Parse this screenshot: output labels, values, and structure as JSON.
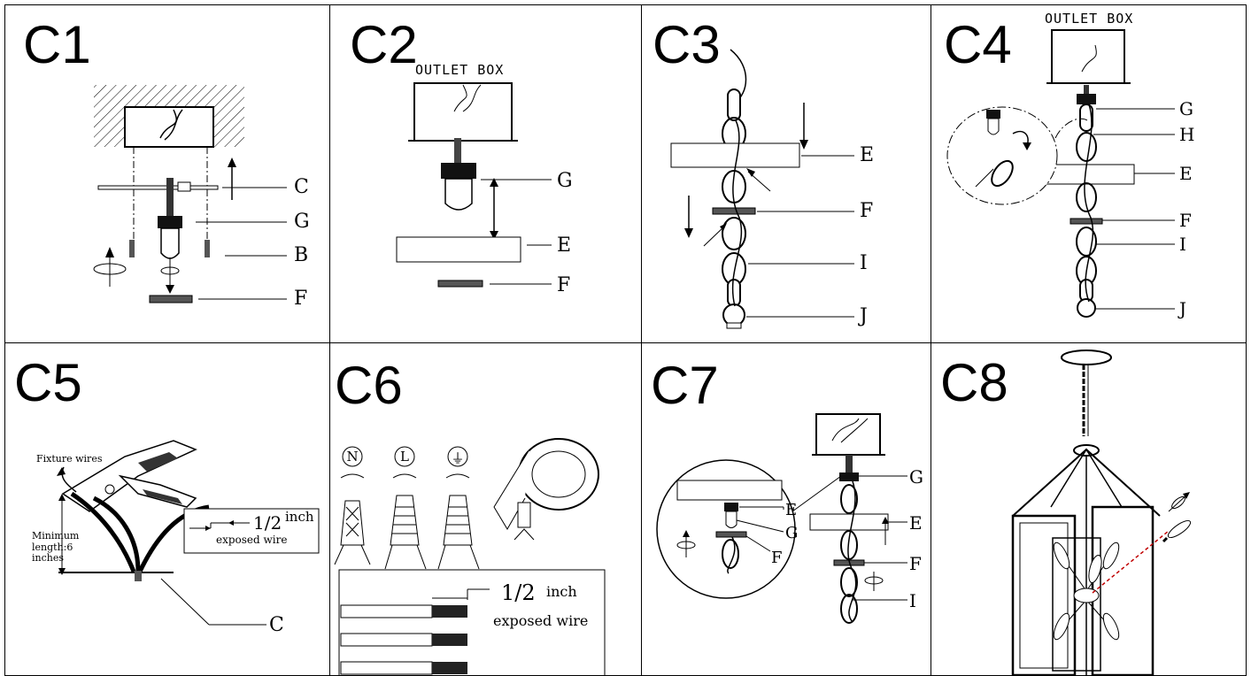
{
  "steps": {
    "c1": {
      "title": "C1",
      "labels": [
        "C",
        "G",
        "B",
        "F"
      ]
    },
    "c2": {
      "title": "C2",
      "box": "OUTLET BOX",
      "labels": [
        "G",
        "E",
        "F"
      ]
    },
    "c3": {
      "title": "C3",
      "labels": [
        "E",
        "F",
        "I",
        "J"
      ]
    },
    "c4": {
      "title": "C4",
      "box": "OUTLET BOX",
      "labels": [
        "G",
        "H",
        "E",
        "F",
        "I",
        "J"
      ]
    },
    "c5": {
      "title": "C5",
      "fixture_wires": "Fixture wires",
      "min_length": "Minimum length:6 inches",
      "half": "1/2",
      "inch": "inch",
      "exposed": "exposed wire",
      "labels": [
        "C"
      ]
    },
    "c6": {
      "title": "C6",
      "polarity": [
        "N",
        "L",
        "⏚"
      ],
      "half": "1/2",
      "inch": "inch",
      "exposed": "exposed wire"
    },
    "c7": {
      "title": "C7",
      "labels": [
        "G",
        "E",
        "F",
        "I"
      ],
      "zoom_labels": [
        "E",
        "G",
        "F"
      ]
    },
    "c8": {
      "title": "C8"
    }
  }
}
